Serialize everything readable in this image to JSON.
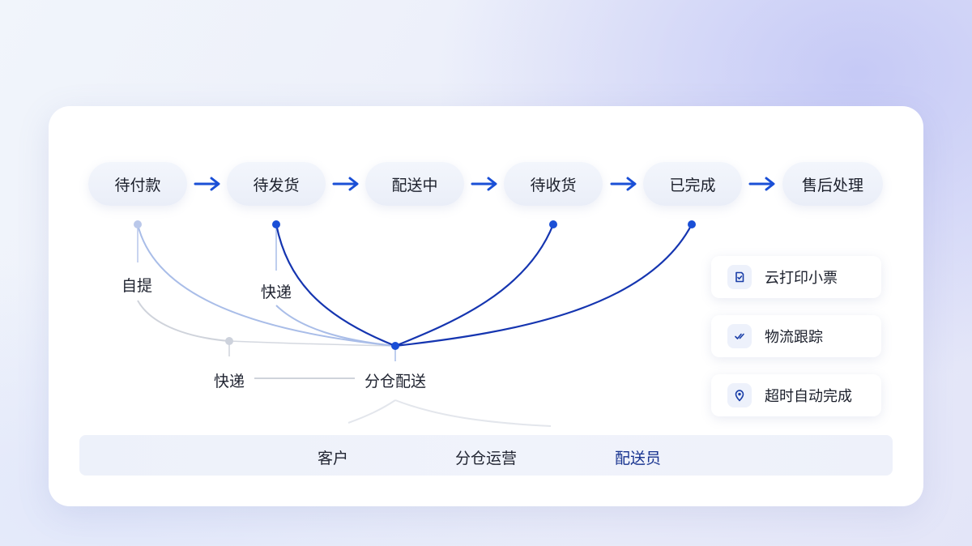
{
  "flow": {
    "steps": [
      "待付款",
      "待发货",
      "配送中",
      "待收货",
      "已完成",
      "售后处理"
    ]
  },
  "branches": {
    "self_pickup": "自提",
    "express_top": "快递",
    "express_bottom": "快递",
    "warehouse_delivery": "分仓配送"
  },
  "features": [
    {
      "label": "云打印小票",
      "icon": "receipt-check-icon"
    },
    {
      "label": "物流跟踪",
      "icon": "double-check-icon"
    },
    {
      "label": "超时自动完成",
      "icon": "location-pin-icon"
    }
  ],
  "roles": {
    "items": [
      "客户",
      "分仓运营",
      "配送员"
    ],
    "active": "配送员"
  },
  "colors": {
    "primary": "#1a4fd6",
    "deep_line": "#1535b0",
    "light_line": "#a9bde8",
    "gray_line": "#cfd3db",
    "active_role": "#17328f"
  }
}
